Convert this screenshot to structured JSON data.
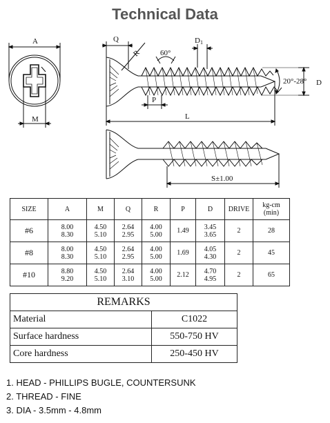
{
  "title": "Technical Data",
  "drawing": {
    "labels": {
      "a": "A",
      "m": "M",
      "q": "Q",
      "r": "R",
      "angle": "60°",
      "d1": "D",
      "d1_sub": "1",
      "p": "P",
      "l": "L",
      "tip_angle": "20°-28°",
      "d": "D",
      "s": "S±1.00"
    }
  },
  "table": {
    "headers": [
      "SIZE",
      "A",
      "M",
      "Q",
      "R",
      "P",
      "D",
      "DRIVE",
      "kg-cm",
      "(min)"
    ],
    "rows": [
      {
        "size": "#6",
        "a1": "8.00",
        "a2": "8.30",
        "m1": "4.50",
        "m2": "5.10",
        "q1": "2.64",
        "q2": "2.95",
        "r1": "4.00",
        "r2": "5.00",
        "p": "1.49",
        "d1": "3.45",
        "d2": "3.65",
        "drive": "2",
        "kg": "28"
      },
      {
        "size": "#8",
        "a1": "8.00",
        "a2": "8.30",
        "m1": "4.50",
        "m2": "5.10",
        "q1": "2.64",
        "q2": "2.95",
        "r1": "4.00",
        "r2": "5.00",
        "p": "1.69",
        "d1": "4.05",
        "d2": "4.30",
        "drive": "2",
        "kg": "45"
      },
      {
        "size": "#10",
        "a1": "8.80",
        "a2": "9.20",
        "m1": "4.50",
        "m2": "5.10",
        "q1": "2.64",
        "q2": "3.10",
        "r1": "4.00",
        "r2": "5.00",
        "p": "2.12",
        "d1": "4.70",
        "d2": "4.95",
        "drive": "2",
        "kg": "65"
      }
    ]
  },
  "remarks": {
    "title": "REMARKS",
    "rows": [
      {
        "label": "Material",
        "value": "C1022"
      },
      {
        "label": "Surface hardness",
        "value": "550-750 HV"
      },
      {
        "label": "Core hardness",
        "value": "250-450 HV"
      }
    ]
  },
  "notes": [
    "1. HEAD - PHILLIPS BUGLE, COUNTERSUNK",
    "2. THREAD - FINE",
    "3. DIA - 3.5mm - 4.8mm"
  ]
}
